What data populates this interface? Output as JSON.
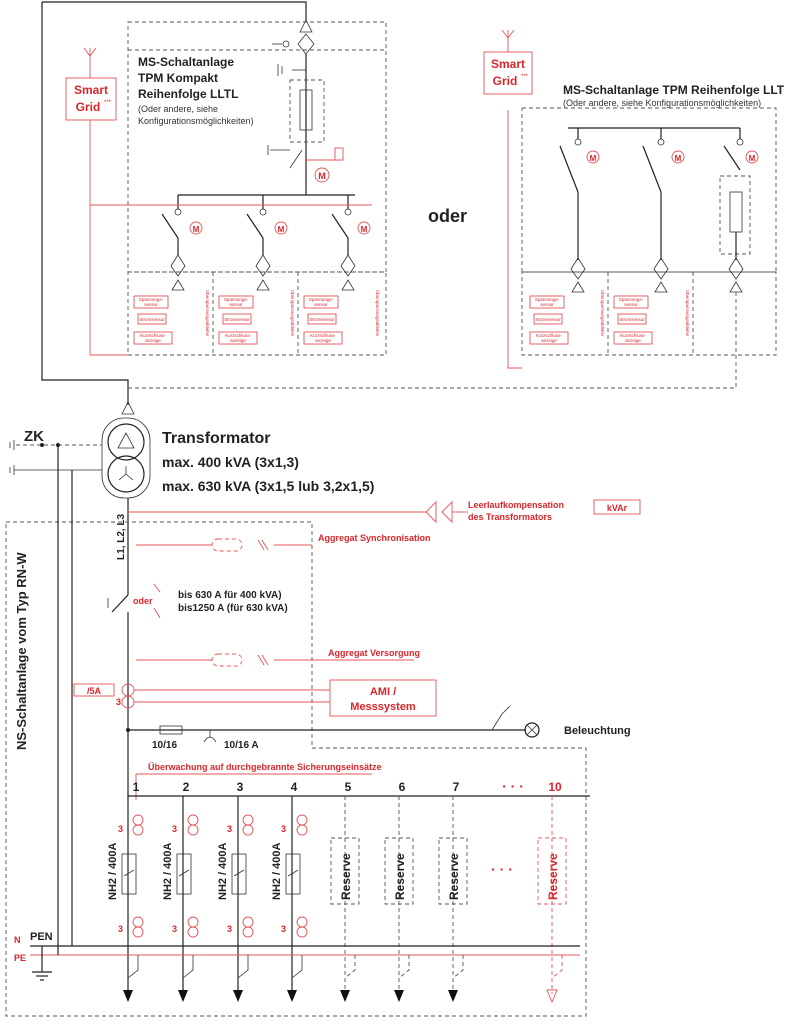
{
  "smart_grid": {
    "text": "Smart",
    "text2": "Grid",
    "sup": "***"
  },
  "ms_left": {
    "title1": "MS-Schaltanlage",
    "title2": "TPM Kompakt",
    "title3": "Reihenfolge LLTL",
    "note1": "(Oder andere, siehe",
    "note2": "Konfigurationsmöglichkeiten)"
  },
  "oder_big": "oder",
  "ms_right": {
    "title": "MS-Schaltanlage TPM Reihenfolge LLT",
    "note": "(Oder andere, siehe Konfigurationsmöglichkeiten)"
  },
  "motor": "M",
  "module_labels": {
    "spannung1": "Spannungs-",
    "spannung2": "sensor",
    "strom": "Stromsensor",
    "kurzschluss1": "Kurzschluss-",
    "kurzschluss2": "anzeige",
    "ueberspannung": "Überspannungsableiter"
  },
  "zk": "ZK",
  "transformer": {
    "title": "Transformator",
    "line1": "max. 400 kVA (3x1,3)",
    "line2": "max. 630 kVA (3x1,5 lub 3,2x1,5)"
  },
  "leerlauf": {
    "line1": "Leerlaufkompensation",
    "line2": "des Transformators",
    "unit": "kVAr"
  },
  "phases": "L1, L2, L3",
  "aggregat_sync": "Aggregat Synchronisation",
  "ns_title": "NS-Schaltanlage vom Typ RN-W",
  "breaker": {
    "oder": "oder",
    "line1": "bis 630 A für 400 kVA)",
    "line2": "bis1250 A (für 630 kVA)"
  },
  "aggregat_versorgung": "Aggregat Versorgung",
  "ct": {
    "label": "/5A",
    "count": "3"
  },
  "ami": {
    "line1": "AMI /",
    "line2": "Messsystem"
  },
  "fuse1": "10/16",
  "fuse2": "10/16 A",
  "beleuchtung": "Beleuchtung",
  "ueberwachung": "Überwachung auf durchgebrannte Sicherungseinsätze",
  "feeders": [
    {
      "num": "1",
      "label": "NH2 / 400A",
      "count": "3"
    },
    {
      "num": "2",
      "label": "NH2 / 400A",
      "count": "3"
    },
    {
      "num": "3",
      "label": "NH2 / 400A",
      "count": "3"
    },
    {
      "num": "4",
      "label": "NH2 / 400A",
      "count": "3"
    },
    {
      "num": "5",
      "label": "Reserve"
    },
    {
      "num": "6",
      "label": "Reserve"
    },
    {
      "num": "7",
      "label": "Reserve"
    },
    {
      "num": "10",
      "label": "Reserve"
    }
  ],
  "ellipsis": "· · ·",
  "ellipsis2": "· · ·",
  "n": "N",
  "pe": "PE",
  "pen": "PEN"
}
